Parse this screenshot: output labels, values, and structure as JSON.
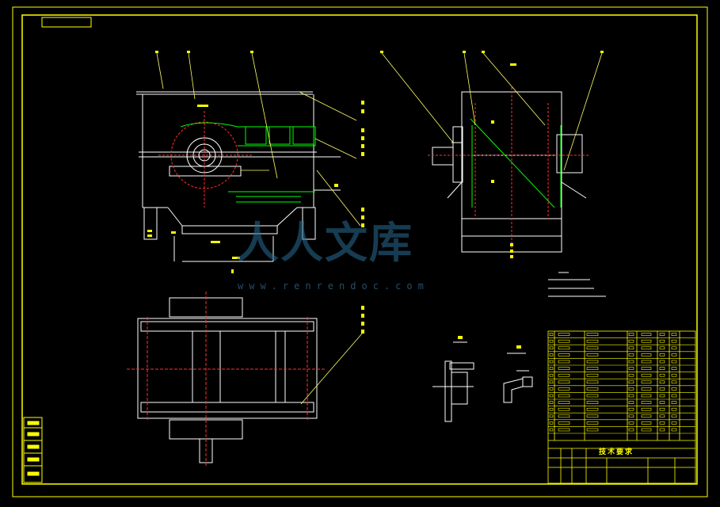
{
  "drawing": {
    "background": "#000000",
    "line_colors": {
      "frame": "#ffff00",
      "part": "#ffffff",
      "centerline": "#ff3030",
      "highlight": "#00ff00",
      "leader": "#ffff66"
    }
  },
  "watermark": {
    "text": "人人文库",
    "url": "www.renrendoc.com",
    "color": "#2e7aa6"
  },
  "title_block": {
    "tech_req_heading": "技术要求"
  }
}
